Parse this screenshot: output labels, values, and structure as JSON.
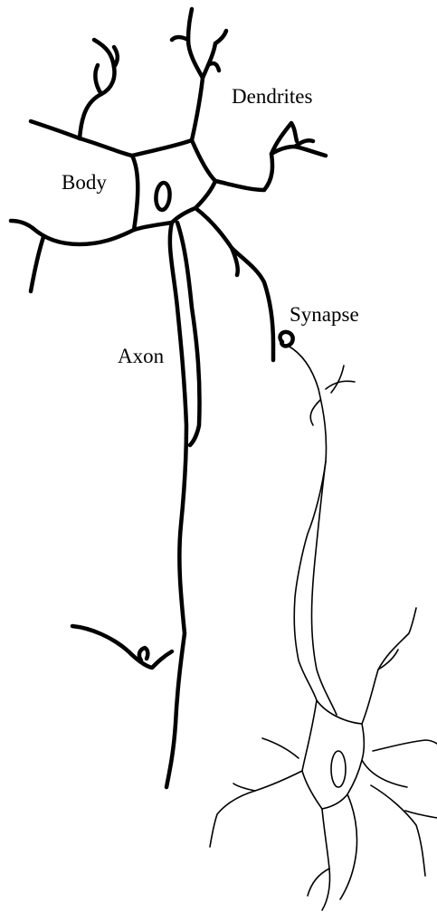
{
  "labels": {
    "dendrites": "Dendrites",
    "body": "Body",
    "synapse": "Synapse",
    "axon": "Axon"
  },
  "colors": {
    "ink": "#000000",
    "background": "#ffffff"
  }
}
